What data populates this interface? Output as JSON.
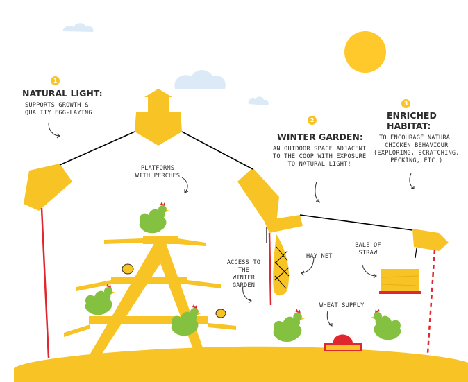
{
  "colors": {
    "yellow": "#f8c324",
    "green": "#85c140",
    "red": "#e0262e",
    "sky": "#dbeaf6",
    "sun": "#ffc92b",
    "ground": "#f8c324"
  },
  "labels": {
    "natural_light": {
      "number": "1",
      "title": "NATURAL LIGHT:",
      "lines": [
        "SUPPORTS GROWTH &",
        "QUALITY EGG-LAYING."
      ]
    },
    "winter_garden": {
      "number": "2",
      "title": "WINTER GARDEN:",
      "lines": [
        "AN OUTDOOR SPACE ADJACENT",
        "TO THE COOP WITH EXPOSURE",
        "TO NATURAL LIGHT!"
      ]
    },
    "enriched_habitat": {
      "number": "3",
      "title_lines": [
        "ENRICHED",
        "HABITAT:"
      ],
      "lines": [
        "TO ENCOURAGE NATURAL",
        "CHICKEN BEHAVIOUR",
        "(EXPLORING, SCRATCHING,",
        "PECKING, ETC.)"
      ]
    },
    "platforms": {
      "lines": [
        "PLATFORMS",
        "WITH PERCHES"
      ]
    },
    "access": {
      "lines": [
        "ACCESS TO THE",
        "WINTER",
        "GARDEN"
      ]
    },
    "hay_net": {
      "lines": [
        "HAY NET"
      ]
    },
    "bale": {
      "lines": [
        "BALE OF",
        "STRAW"
      ]
    },
    "wheat": {
      "lines": [
        "WHEAT SUPPLY"
      ]
    }
  }
}
